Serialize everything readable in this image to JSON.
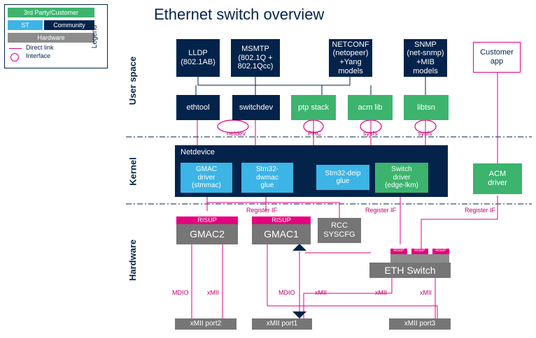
{
  "title": "Ethernet switch overview",
  "legend": {
    "heading": "Legend",
    "third_party": "3rd Party/Customer",
    "st": "ST",
    "community": "Community",
    "hardware": "Hardware",
    "direct_link": "Direct link",
    "interface": "Interface"
  },
  "layers": {
    "user": "User space",
    "kernel": "Kernel",
    "hardware": "Hardware"
  },
  "colors": {
    "navy": "#03234b",
    "green": "#3cb46e",
    "blue": "#3cb4e6",
    "grey": "#8c8c8c",
    "link": "#e6007e"
  },
  "user": {
    "lldp": "LLDP\n(802.1AB)",
    "msmtp": "MSMTP\n(802.1Q +\n802.1Qcc)",
    "netconf": "NETCONF\n(netopeer)\n+Yang\nmodels",
    "snmp": "SNMP\n(net-snmp)\n+MIB\nmodels",
    "customer_app": "Customer\napp",
    "ethtool": "ethtool",
    "switchdev": "switchdev",
    "ptp_stack": "ptp stack",
    "acm_lib": "acm lib",
    "libtsn": "libtsn"
  },
  "interfaces": {
    "netdev": "netdev",
    "phc": "PHC",
    "sysfs1": "sysfs",
    "sysfs2": "sysfs"
  },
  "kernel": {
    "netdevice": "Netdevice",
    "gmac_driver": "GMAC\ndriver\n(stmmac)",
    "stm32_dwmac": "Stm32-\ndwmac\nglue",
    "stm32_deip": "Stm32-deip\nglue",
    "switch_driver": "Switch\ndriver\n(edge-lkm)",
    "acm_driver": "ACM\ndriver"
  },
  "register_if": {
    "a": "Register IF",
    "b": "Register IF",
    "c": "Register IF"
  },
  "hardware": {
    "risup": "RISUP",
    "gmac2": "GMAC2",
    "gmac1": "GMAC1",
    "rcc": "RCC\nSYSCFG",
    "eth_switch": "ETH Switch",
    "small_risup": "RISUP",
    "port2": "xMII port2",
    "port1": "xMII port1",
    "port3": "xMII port3"
  },
  "links": {
    "mdio1": "MDIO",
    "xmii1": "xMII",
    "mdio2": "MDIO",
    "xmii2": "xMII",
    "xmii3": "xMII",
    "xmii4": "xMII"
  }
}
